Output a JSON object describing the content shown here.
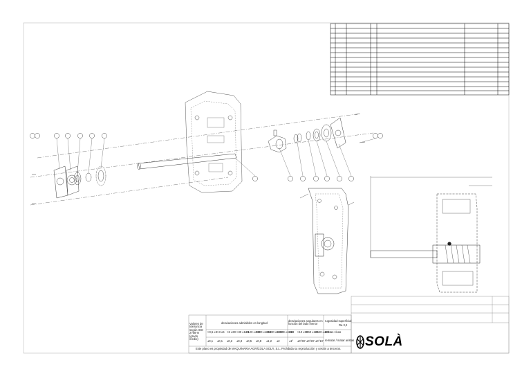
{
  "tolerance_table": {
    "left_header": "Valores de tolerancia según ISO 2768-m (grado medio)",
    "linear_header": "desviaciones admisibles en longitud",
    "linear_ranges": [
      ">0,5 ≤3",
      ">3 ≤6",
      ">6 ≤30",
      ">30 ≤120",
      ">120 ≤400",
      ">400 ≤1200",
      ">1200 ≤2000",
      ">2000 ≤4000"
    ],
    "linear_values": [
      "±0,1",
      "±0,1",
      "±0,2",
      "±0,3",
      "±0,5",
      "±0,8",
      "±1,2",
      "±2"
    ],
    "angular_header": "desviaciones angulares en función del lado menor",
    "angular_ranges": [
      "≤10",
      ">10 ≤50",
      ">50 ≤120",
      ">120 ≤400"
    ],
    "angular_values": [
      "±1°",
      "±0°30'",
      "±0°20'",
      "±0°10'"
    ],
    "roughness_header": "rugosidad superficial",
    "roughness_value": "Ra 3,2",
    "edges_header": "aristas vivas",
    "edges_value": "rematar / matar aristas"
  },
  "footer_note": "Este plano es propiedad de MAQUINARIA AGRÍCOLA SOLÁ, S.L. Prohibida su reproducción y cesión a terceros.",
  "logo": {
    "text": "SOLÀ",
    "color": "#000000"
  }
}
